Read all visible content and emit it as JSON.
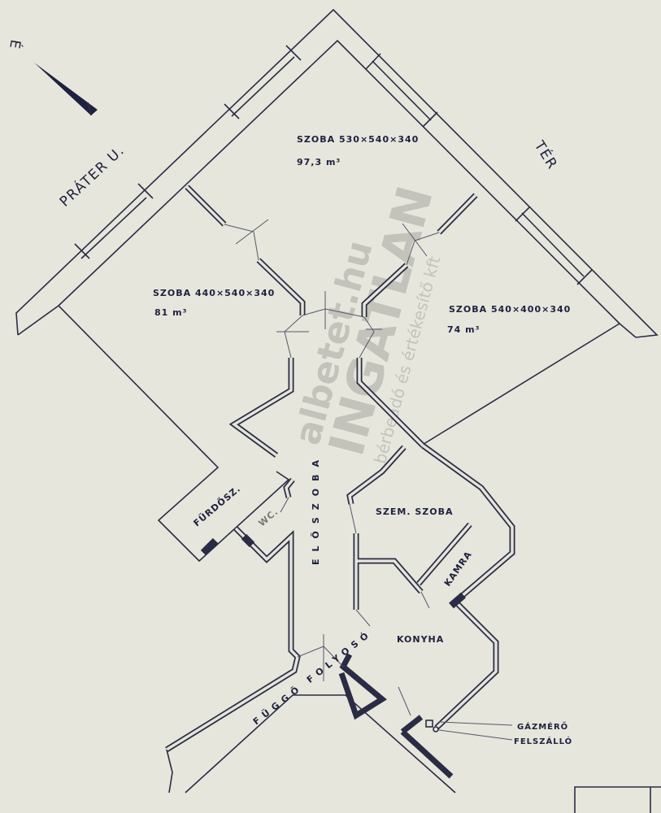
{
  "north_marker": "É",
  "streets": {
    "left": "PRÁTER U.",
    "right": "TÉR"
  },
  "rooms": [
    {
      "name": "SZOBA 530×540×340",
      "volume": "97,3 m³"
    },
    {
      "name": "SZOBA 440×540×340",
      "volume": "81 m³"
    },
    {
      "name": "SZOBA 540×400×340",
      "volume": "74 m³"
    },
    {
      "name": "ELŐSZOBA"
    },
    {
      "name": "FÜRDŐSZ."
    },
    {
      "name": "WC."
    },
    {
      "name": "SZEM. SZOBA"
    },
    {
      "name": "KAMRA"
    },
    {
      "name": "KONYHA"
    },
    {
      "name": "FÜGGŐ FOLYOSÓ"
    }
  ],
  "annotations": [
    "GÁZMÉRŐ",
    "FELSZÁLLÓ"
  ],
  "watermark": {
    "line1": "albetet.hu",
    "line2": "INGATLAN",
    "line3": "bérbeadó és értékesítő kft"
  },
  "colors": {
    "paper": "#e6e6dc",
    "ink": "#2a2c45"
  }
}
